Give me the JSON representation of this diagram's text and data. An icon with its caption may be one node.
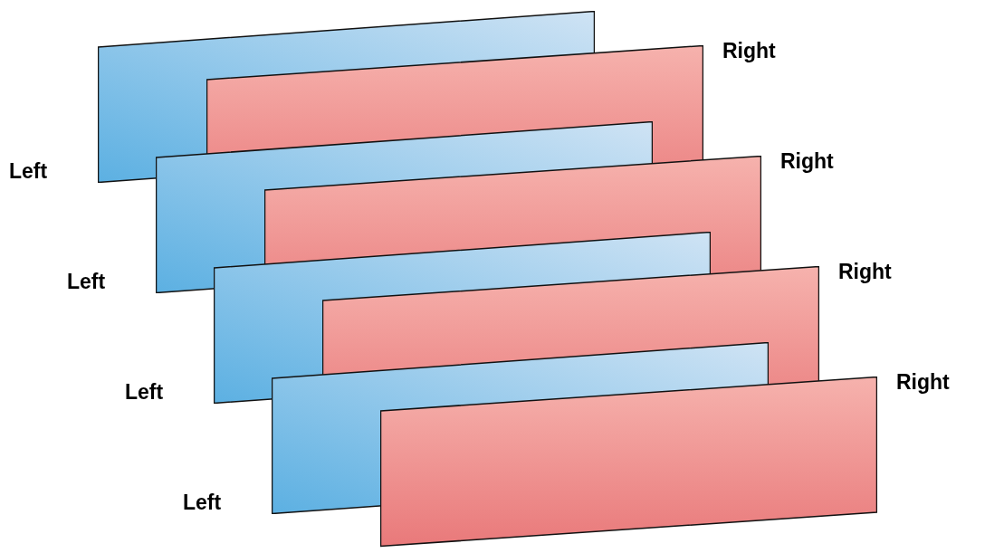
{
  "diagram": {
    "nodes": [
      {
        "text": [
          "Left"
        ]
      },
      {
        "text": [
          "Right"
        ]
      },
      {
        "text": [
          "Left"
        ]
      },
      {
        "text": [
          "Right"
        ]
      },
      {
        "text": [
          "Left"
        ]
      },
      {
        "text": [
          "Right"
        ]
      },
      {
        "text": [
          "Left"
        ]
      },
      {
        "text": [
          "Right"
        ]
      }
    ]
  }
}
